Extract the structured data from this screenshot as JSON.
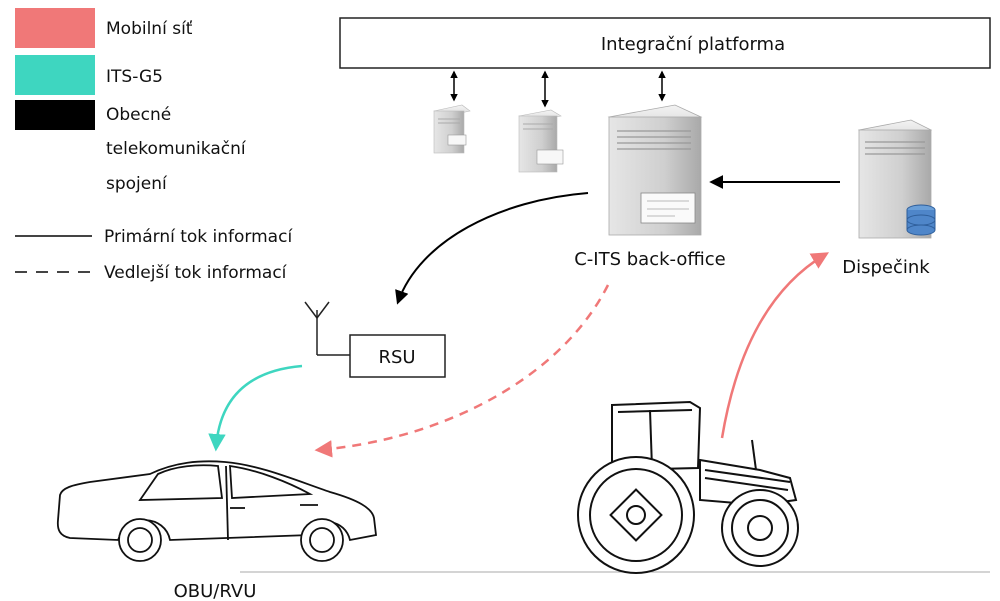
{
  "legend": {
    "colors": [
      {
        "label": "Mobilní síť",
        "color": "#f07878"
      },
      {
        "label": "ITS-G5",
        "color": "#3ed6c0"
      },
      {
        "label_lines": [
          "Obecné",
          "telekomunikační",
          "spojení"
        ],
        "color": "#000000"
      }
    ],
    "lines": [
      {
        "label": "Primární tok informací",
        "style": "solid"
      },
      {
        "label": "Vedlejší tok informací",
        "style": "dashed"
      }
    ]
  },
  "nodes": {
    "platform": "Integrační platforma",
    "back_office": "C-ITS back-office",
    "dispatch": "Dispečink",
    "rsu": "RSU",
    "car": "OBU/RVU"
  },
  "colors": {
    "mobile": "#f07878",
    "its_g5": "#3ed6c0",
    "general": "#000000"
  },
  "icons": [
    "server-icon",
    "database-icon",
    "antenna-icon",
    "car-icon",
    "tractor-icon"
  ]
}
